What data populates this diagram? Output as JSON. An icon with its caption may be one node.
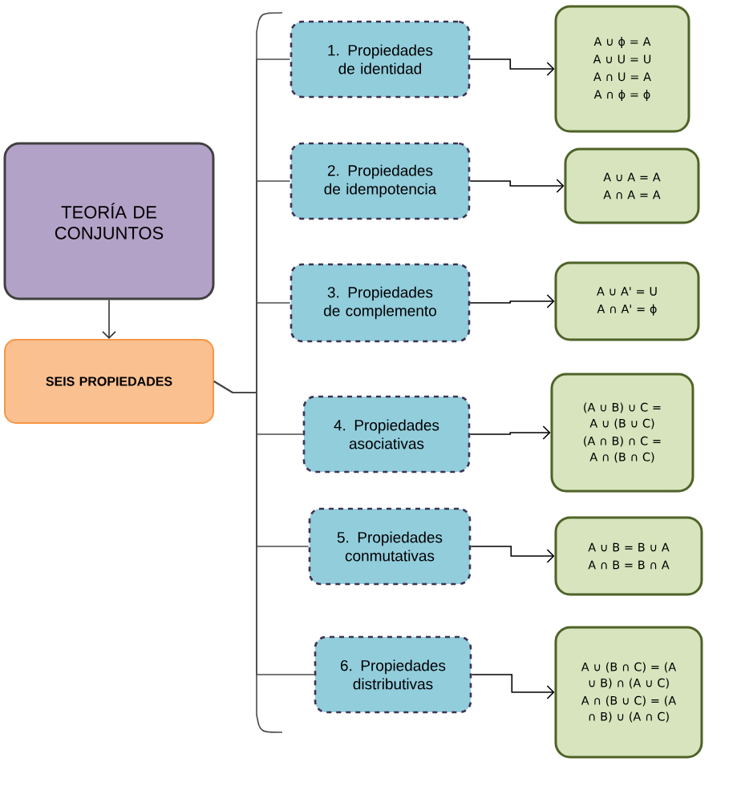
{
  "diagram": {
    "nodes": [
      {
        "text": [
          "TEORÍA DE CONJUNTOS"
        ]
      },
      {
        "text": [
          "SEIS PROPIEDADES"
        ]
      },
      {
        "text": [
          "1. Propiedades de identidad"
        ]
      },
      {
        "text": [
          "2. Propiedades de idempotencia"
        ]
      },
      {
        "text": [
          "3. Propiedades de complemento"
        ]
      },
      {
        "text": [
          "4. Propiedades asociativas"
        ]
      },
      {
        "text": [
          "5. Propiedades conmutativas"
        ]
      },
      {
        "text": [
          "6. Propiedades distributivas"
        ]
      },
      {
        "text": [
          "A ∪ ϕ = A",
          "A ∪ U = U",
          "A ∩ U = A",
          "A ∩ ϕ = ϕ"
        ]
      },
      {
        "text": [
          "A ∪ A = A",
          "A ∩ A = A"
        ]
      },
      {
        "text": [
          "A ∪ A' = U",
          "A ∩ A' = ϕ"
        ]
      },
      {
        "text": [
          "(A ∪ B) ∪ C = A ∪ (B ∪ C)",
          "(A ∩ B) ∩ C = A ∩ (B ∩ C)"
        ]
      },
      {
        "text": [
          "A ∪ B = B ∪ A",
          "A ∩ B = B ∩ A"
        ]
      },
      {
        "text": [
          "A ∪ (B ∩ C) = (A ∪ B) ∩ (A ∪ C)",
          "A ∩ (B ∪ C) = (A ∩ B) ∪ (A ∩ C)"
        ]
      }
    ],
    "edges": [
      {
        "from": 0,
        "to": 1,
        "arrow": "to"
      },
      {
        "from": 1,
        "to": 2,
        "arrow": "none"
      },
      {
        "from": 1,
        "to": 3,
        "arrow": "none"
      },
      {
        "from": 1,
        "to": 4,
        "arrow": "none"
      },
      {
        "from": 1,
        "to": 5,
        "arrow": "none"
      },
      {
        "from": 1,
        "to": 6,
        "arrow": "none"
      },
      {
        "from": 1,
        "to": 7,
        "arrow": "none"
      },
      {
        "from": 2,
        "to": 8,
        "arrow": "to"
      },
      {
        "from": 3,
        "to": 9,
        "arrow": "to"
      },
      {
        "from": 4,
        "to": 10,
        "arrow": "to"
      },
      {
        "from": 5,
        "to": 11,
        "arrow": "to"
      },
      {
        "from": 6,
        "to": 12,
        "arrow": "to"
      },
      {
        "from": 7,
        "to": 13,
        "arrow": "to"
      }
    ]
  }
}
